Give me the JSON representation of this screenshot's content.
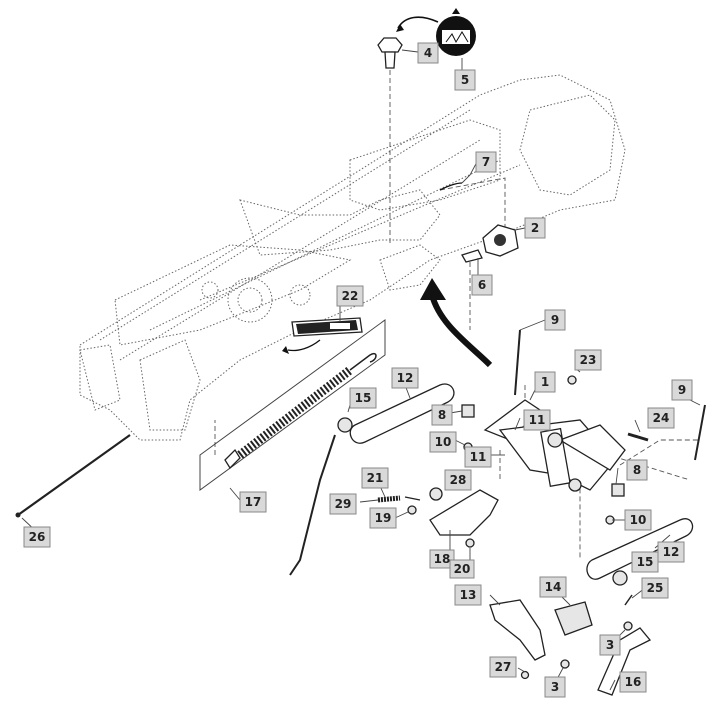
{
  "diagram": {
    "callouts": [
      {
        "id": "c1",
        "label": "1"
      },
      {
        "id": "c2",
        "label": "2"
      },
      {
        "id": "c3a",
        "label": "3"
      },
      {
        "id": "c3b",
        "label": "3"
      },
      {
        "id": "c4",
        "label": "4"
      },
      {
        "id": "c5",
        "label": "5"
      },
      {
        "id": "c6",
        "label": "6"
      },
      {
        "id": "c7",
        "label": "7"
      },
      {
        "id": "c8a",
        "label": "8"
      },
      {
        "id": "c8b",
        "label": "8"
      },
      {
        "id": "c9a",
        "label": "9"
      },
      {
        "id": "c9b",
        "label": "9"
      },
      {
        "id": "c10a",
        "label": "10"
      },
      {
        "id": "c10b",
        "label": "10"
      },
      {
        "id": "c11a",
        "label": "11"
      },
      {
        "id": "c11b",
        "label": "11"
      },
      {
        "id": "c12a",
        "label": "12"
      },
      {
        "id": "c12b",
        "label": "12"
      },
      {
        "id": "c13",
        "label": "13"
      },
      {
        "id": "c14",
        "label": "14"
      },
      {
        "id": "c15a",
        "label": "15"
      },
      {
        "id": "c15b",
        "label": "15"
      },
      {
        "id": "c16",
        "label": "16"
      },
      {
        "id": "c17",
        "label": "17"
      },
      {
        "id": "c18",
        "label": "18"
      },
      {
        "id": "c19",
        "label": "19"
      },
      {
        "id": "c20",
        "label": "20"
      },
      {
        "id": "c21",
        "label": "21"
      },
      {
        "id": "c22",
        "label": "22"
      },
      {
        "id": "c23",
        "label": "23"
      },
      {
        "id": "c24",
        "label": "24"
      },
      {
        "id": "c25",
        "label": "25"
      },
      {
        "id": "c26",
        "label": "26"
      },
      {
        "id": "c27",
        "label": "27"
      },
      {
        "id": "c28",
        "label": "28"
      },
      {
        "id": "c29",
        "label": "29"
      }
    ],
    "colors": {
      "callout_fill": "#d9d9d9",
      "line": "#222222",
      "background": "#ffffff"
    }
  }
}
